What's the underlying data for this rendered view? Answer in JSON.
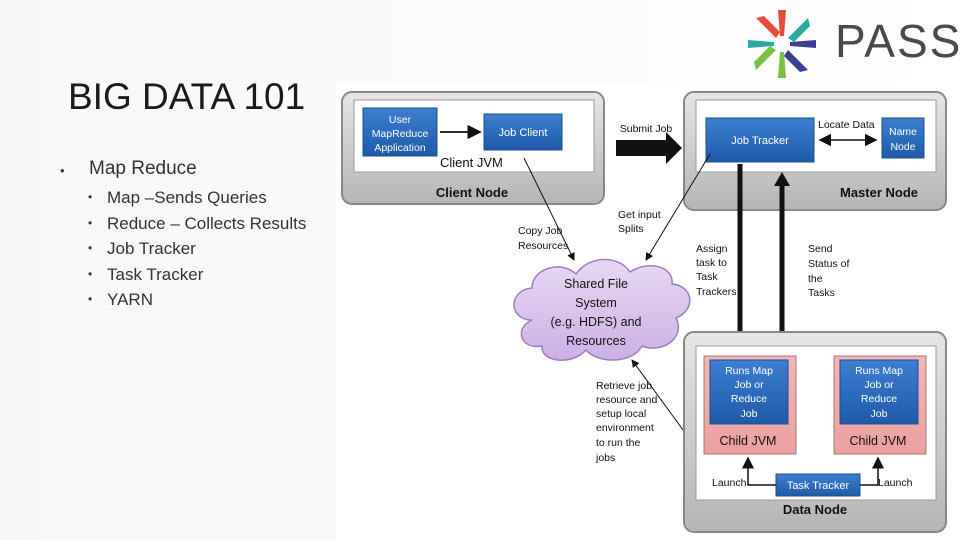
{
  "slide": {
    "title": "BIG DATA 101",
    "bullet": "Map Reduce",
    "subbullets": [
      "Map –Sends Queries",
      "Reduce – Collects Results",
      "Job Tracker",
      "Task Tracker",
      "YARN"
    ]
  },
  "logo": {
    "text": "PASS",
    "colors": [
      "#e84b3c",
      "#2aa9a3",
      "#3a3f95",
      "#7ac143"
    ]
  },
  "diagram": {
    "client_node": {
      "user_app": [
        "User",
        "MapReduce",
        "Application"
      ],
      "job_client": "Job Client",
      "client_jvm": "Client JVM",
      "label": "Client Node"
    },
    "submit_job": "Submit Job",
    "master_node": {
      "job_tracker": "Job Tracker",
      "locate_data": "Locate Data",
      "name_node": [
        "Name",
        "Node"
      ],
      "label": "Master Node"
    },
    "get_input_splits": [
      "Get input",
      "Splits"
    ],
    "copy_job_resources": [
      "Copy Job",
      "Resources"
    ],
    "assign_task": [
      "Assign",
      "task to",
      "Task",
      "Trackers"
    ],
    "send_status": [
      "Send",
      "Status of",
      "the",
      "Tasks"
    ],
    "shared_fs": [
      "Shared File",
      "System",
      "(e.g. HDFS) and",
      "Resources"
    ],
    "retrieve": [
      "Retrieve job",
      "resource and",
      "setup local",
      "environment",
      "to run the",
      "jobs"
    ],
    "data_node": {
      "runs_map_left": [
        "Runs Map",
        "Job or",
        "Reduce",
        "Job"
      ],
      "runs_map_right": [
        "Runs Map",
        "Job or",
        "Reduce",
        "Job"
      ],
      "child_jvm_left": "Child JVM",
      "child_jvm_right": "Child JVM",
      "launch_left": "Launch",
      "launch_right": "Launch",
      "task_tracker": "Task Tracker",
      "label": "Data Node"
    }
  }
}
